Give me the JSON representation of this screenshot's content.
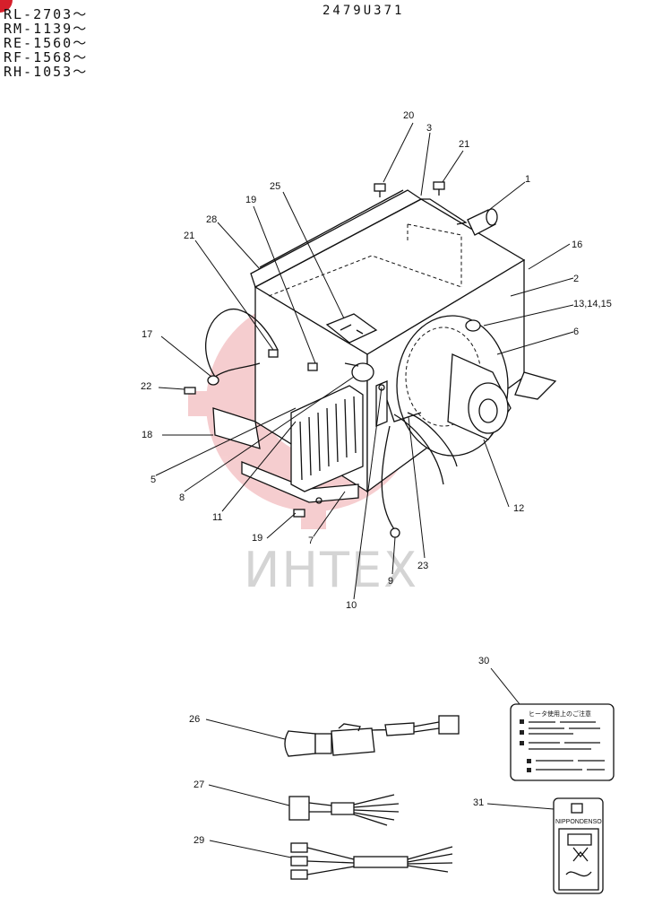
{
  "header": {
    "models": [
      "RL-2703〜",
      "RM-1139〜",
      "RE-1560〜",
      "RF-1568〜",
      "RH-1053〜"
    ],
    "drawing_code": "2479U371"
  },
  "watermark": {
    "text": "ИНТЕХ",
    "color": "#d61f2b"
  },
  "callouts": [
    "1",
    "2",
    "3",
    "5",
    "6",
    "7",
    "8",
    "9",
    "10",
    "11",
    "12",
    "13,14,15",
    "16",
    "17",
    "18",
    "19",
    "19",
    "20",
    "21",
    "21",
    "22",
    "23",
    "25",
    "26",
    "27",
    "28",
    "29",
    "30",
    "31"
  ],
  "labels": {
    "card_30_title": "ヒータ使用上のご注意",
    "card_31_brand": "NIPPONDENSO"
  }
}
